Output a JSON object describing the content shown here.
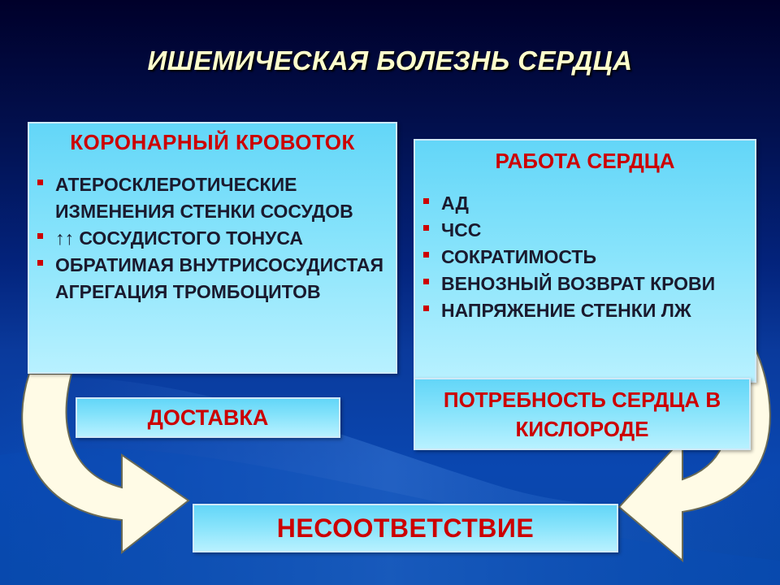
{
  "title": "ИШЕМИЧЕСКАЯ БОЛЕЗНЬ СЕРДЦА",
  "left_box": {
    "heading": "КОРОНАРНЫЙ  КРОВОТОК",
    "items": [
      "АТЕРОСКЛЕРОТИЧЕСКИЕ ИЗМЕНЕНИЯ СТЕНКИ СОСУДОВ",
      "↑↑ СОСУДИСТОГО ТОНУСА",
      "ОБРАТИМАЯ ВНУТРИСОСУДИСТАЯ АГРЕГАЦИЯ ТРОМБОЦИТОВ"
    ]
  },
  "right_box": {
    "heading": "РАБОТА  СЕРДЦА",
    "items": [
      "АД",
      "ЧСС",
      "СОКРАТИМОСТЬ",
      "ВЕНОЗНЫЙ ВОЗВРАТ КРОВИ",
      "НАПРЯЖЕНИЕ СТЕНКИ ЛЖ"
    ]
  },
  "delivery": "ДОСТАВКА",
  "demand": "ПОТРЕБНОСТЬ СЕРДЦА В КИСЛОРОДЕ",
  "mismatch": "НЕСООТВЕТСТВИЕ",
  "colors": {
    "heading_red": "#cc0000",
    "title_yellow": "#ffffcc",
    "box_cyan": "#86e3fb",
    "arrow_cream": "#fffbe6"
  }
}
